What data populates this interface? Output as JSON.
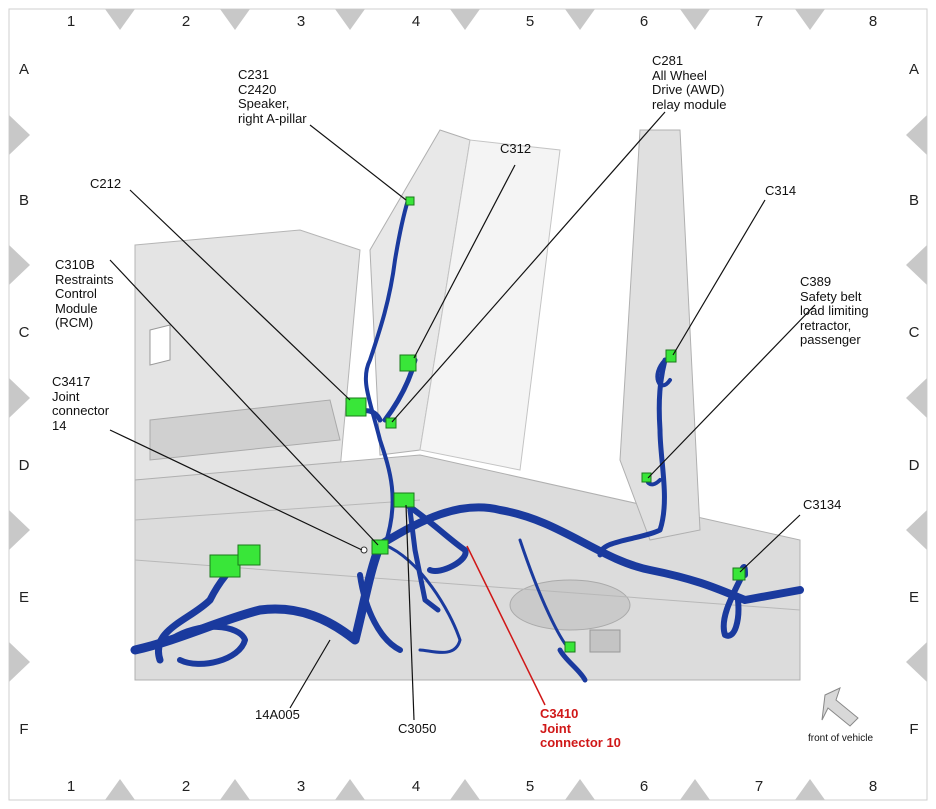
{
  "grid": {
    "columns": [
      "1",
      "2",
      "3",
      "4",
      "5",
      "6",
      "7",
      "8"
    ],
    "rows": [
      "A",
      "B",
      "C",
      "D",
      "E",
      "F"
    ]
  },
  "labels": {
    "c231": "C231",
    "c2420": "C2420",
    "speaker": "Speaker,",
    "right_a_pillar": "right A-pillar",
    "c281": "C281",
    "awd_line1": "All Wheel",
    "awd_line2": "Drive (AWD)",
    "awd_line3": "relay module",
    "c312": "C312",
    "c212": "C212",
    "c314": "C314",
    "c310b": "C310B",
    "rcm_line1": "Restraints",
    "rcm_line2": "Control",
    "rcm_line3": "Module",
    "rcm_line4": "(RCM)",
    "c389": "C389",
    "belt_line1": "Safety belt",
    "belt_line2": "load limiting",
    "belt_line3": "retractor,",
    "belt_line4": "passenger",
    "c3417": "C3417",
    "joint14_line1": "Joint",
    "joint14_line2": "connector",
    "joint14_line3": "14",
    "c3134": "C3134",
    "harness": "14A005",
    "c3050": "C3050",
    "c3410": "C3410",
    "joint10_line1": "Joint",
    "joint10_line2": "connector 10",
    "front_of_vehicle": "front of vehicle"
  },
  "colors": {
    "harness": "#1a3a9e",
    "connector": "#39e639",
    "callout_highlight": "#d01818",
    "body_panel": "#d9d9d9",
    "border_marker": "#c8c8c8"
  }
}
